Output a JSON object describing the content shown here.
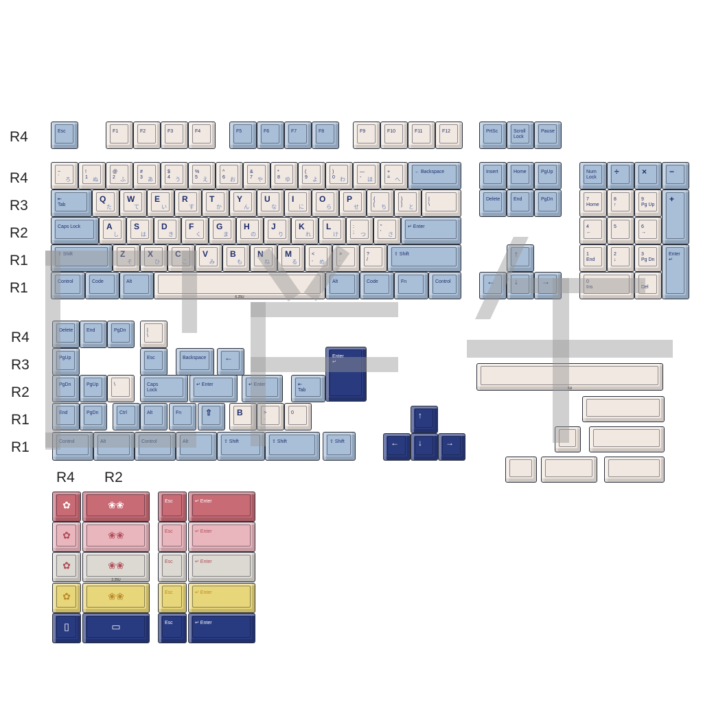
{
  "labels": {
    "row_r4a": "R4",
    "row_r4b": "R4",
    "row_r3": "R3",
    "row_r2": "R2",
    "row_r1a": "R1",
    "row_r1b": "R1",
    "b_r4": "R4",
    "b_r3": "R3",
    "b_r2": "R2",
    "b_r1a": "R1",
    "b_r1b": "R1",
    "n_r4": "R4",
    "n_r2": "R2"
  },
  "colors": {
    "blue": "#a9bfd8",
    "cream": "#f1e8e1",
    "navy": "#293a7e",
    "red": "#c86b75",
    "pink": "#e9b6bd",
    "grey": "#dcd8d2",
    "yellow": "#e8d67a"
  },
  "keys": {
    "esc": "Esc",
    "f1": "F1",
    "f2": "F2",
    "f3": "F3",
    "f4": "F4",
    "f5": "F5",
    "f6": "F6",
    "f7": "F7",
    "f8": "F8",
    "f9": "F9",
    "f10": "F10",
    "f11": "F11",
    "f12": "F12",
    "prtsc": "PrtSc",
    "scroll": "Scroll\nLock",
    "pause": "Pause",
    "tilde": "~\n`",
    "n1": "!\n1",
    "n2": "@\n2",
    "n3": "#\n3",
    "n4": "$\n4",
    "n5": "%\n5",
    "n6": "^\n6",
    "n7": "&\n7",
    "n8": "*\n8",
    "n9": "(\n9",
    "n0": ")\n0",
    "minus": "—\n-",
    "plus": "+\n=",
    "backspace": "← Backspace",
    "insert": "Insert",
    "home": "Home",
    "pgup": "PgUp",
    "numlock": "Num\nLock",
    "div": "÷",
    "mul": "×",
    "sub": "−",
    "tab": "⇤\nTab",
    "q": "Q",
    "w": "W",
    "e": "E",
    "r": "R",
    "t": "T",
    "y": "Y",
    "u": "U",
    "i": "I",
    "o": "O",
    "p": "P",
    "lbr": "{\n[",
    "rbr": "}\n]",
    "bsl": "|\n\\",
    "delete": "Delete",
    "end": "End",
    "pgdn": "PgDn",
    "k7": "7\nHome",
    "k8": "8\n↑",
    "k9": "9\nPg Up",
    "kplus": "+",
    "caps": "Caps Lock",
    "a": "A",
    "s": "S",
    "d": "D",
    "f": "F",
    "g": "G",
    "h": "H",
    "j": "J",
    "k": "K",
    "l": "L",
    "semi": ":\n;",
    "quote": "\"\n'",
    "enter": "↵ Enter",
    "k4": "4\n←",
    "k5": "5",
    "k6": "6\n→",
    "lshift": "⇧ Shift",
    "z": "Z",
    "x": "X",
    "c": "C",
    "v": "V",
    "b": "B",
    "n": "N",
    "m": "M",
    "comma": "<\n,",
    "dot": ">\n.",
    "slash": "?\n/",
    "rshift": "⇧ Shift",
    "up": "↑",
    "k1": "1\nEnd",
    "k2": "2\n↓",
    "k3": "3\nPg Dn",
    "kenter": "Enter\n↵",
    "lctrl": "Control",
    "code": "Code",
    "lalt": "Alt",
    "space_size": "6.25U",
    "ralt": "Alt",
    "rcode": "Code",
    "fn": "Fn",
    "rctrl": "Control",
    "left": "←",
    "down": "↓",
    "right": "→",
    "k0": "0\nIns",
    "kdot": ".\nDel"
  },
  "kana": [
    "ろ",
    "ぬ",
    "ふ",
    "あ",
    "う",
    "え",
    "お",
    "や",
    "ゆ",
    "よ",
    "わ",
    "ほ",
    "へ",
    "た",
    "て",
    "い",
    "す",
    "か",
    "ん",
    "な",
    "に",
    "ら",
    "せ",
    "ち",
    "と",
    "し",
    "は",
    "き",
    "く",
    "ま",
    "の",
    "り",
    "れ",
    "け",
    "つ",
    "さ",
    "そ",
    "ひ",
    "こ",
    "み",
    "も",
    "ね",
    "る",
    "め"
  ],
  "extras": {
    "e_delete": "Delete",
    "e_end": "End",
    "e_pgdn": "PgDn",
    "e_bar": "|\n\\",
    "e_pgup": "PgUp",
    "e_esc": "Esc",
    "e_backspace": "Backspace",
    "e_larrow": "←",
    "e_isoenter": "Enter\n↵",
    "e_pgdn2": "PgDn",
    "e_pgup2": "PgUp",
    "e_bsl": "\\",
    "e_caps": "Caps\nLock",
    "e_caps_size": "1.25U/1.75U",
    "e_enter1": "↵ Enter",
    "e_enter1_size": "1.75U",
    "e_enter2": "↵ Enter",
    "e_enter2_size": "1.5U",
    "e_tab": "⇤\nTab",
    "e_tab_size": "1.25U",
    "e_end2": "End",
    "e_pgdn3": "PgDn",
    "e_ctrl": "Ctrl",
    "e_alt": "Alt",
    "e_fn": "Fn",
    "e_up": "⇧",
    "e_b": "B",
    "e_dot": ">\n.",
    "e_zero": "0",
    "e_control": "Control",
    "e_alt2": "Alt",
    "e_alt2_size": "1.5U",
    "e_control2": "Control",
    "e_alt3": "Alt",
    "e_alt3_size": "1.5U",
    "e_shift1": "⇧ Shift",
    "e_shift1_size": "1.75U",
    "e_shift2": "⇧ Shift",
    "e_shift2_size": "2.0U",
    "e_shift3": "⇧ Shift",
    "e_shift3_size": "1.25U",
    "nav_up": "↑",
    "nav_left": "←",
    "nav_down": "↓",
    "nav_right": "→",
    "sp_size": "6U"
  },
  "novelty": {
    "esc": "Esc",
    "enter": "↵ Enter",
    "size": "2.25U",
    "size2": "2.25U",
    "fruit_icon": "strawberry-icon",
    "drink_icon": "bottle-icon"
  },
  "watermark": "巴普年"
}
